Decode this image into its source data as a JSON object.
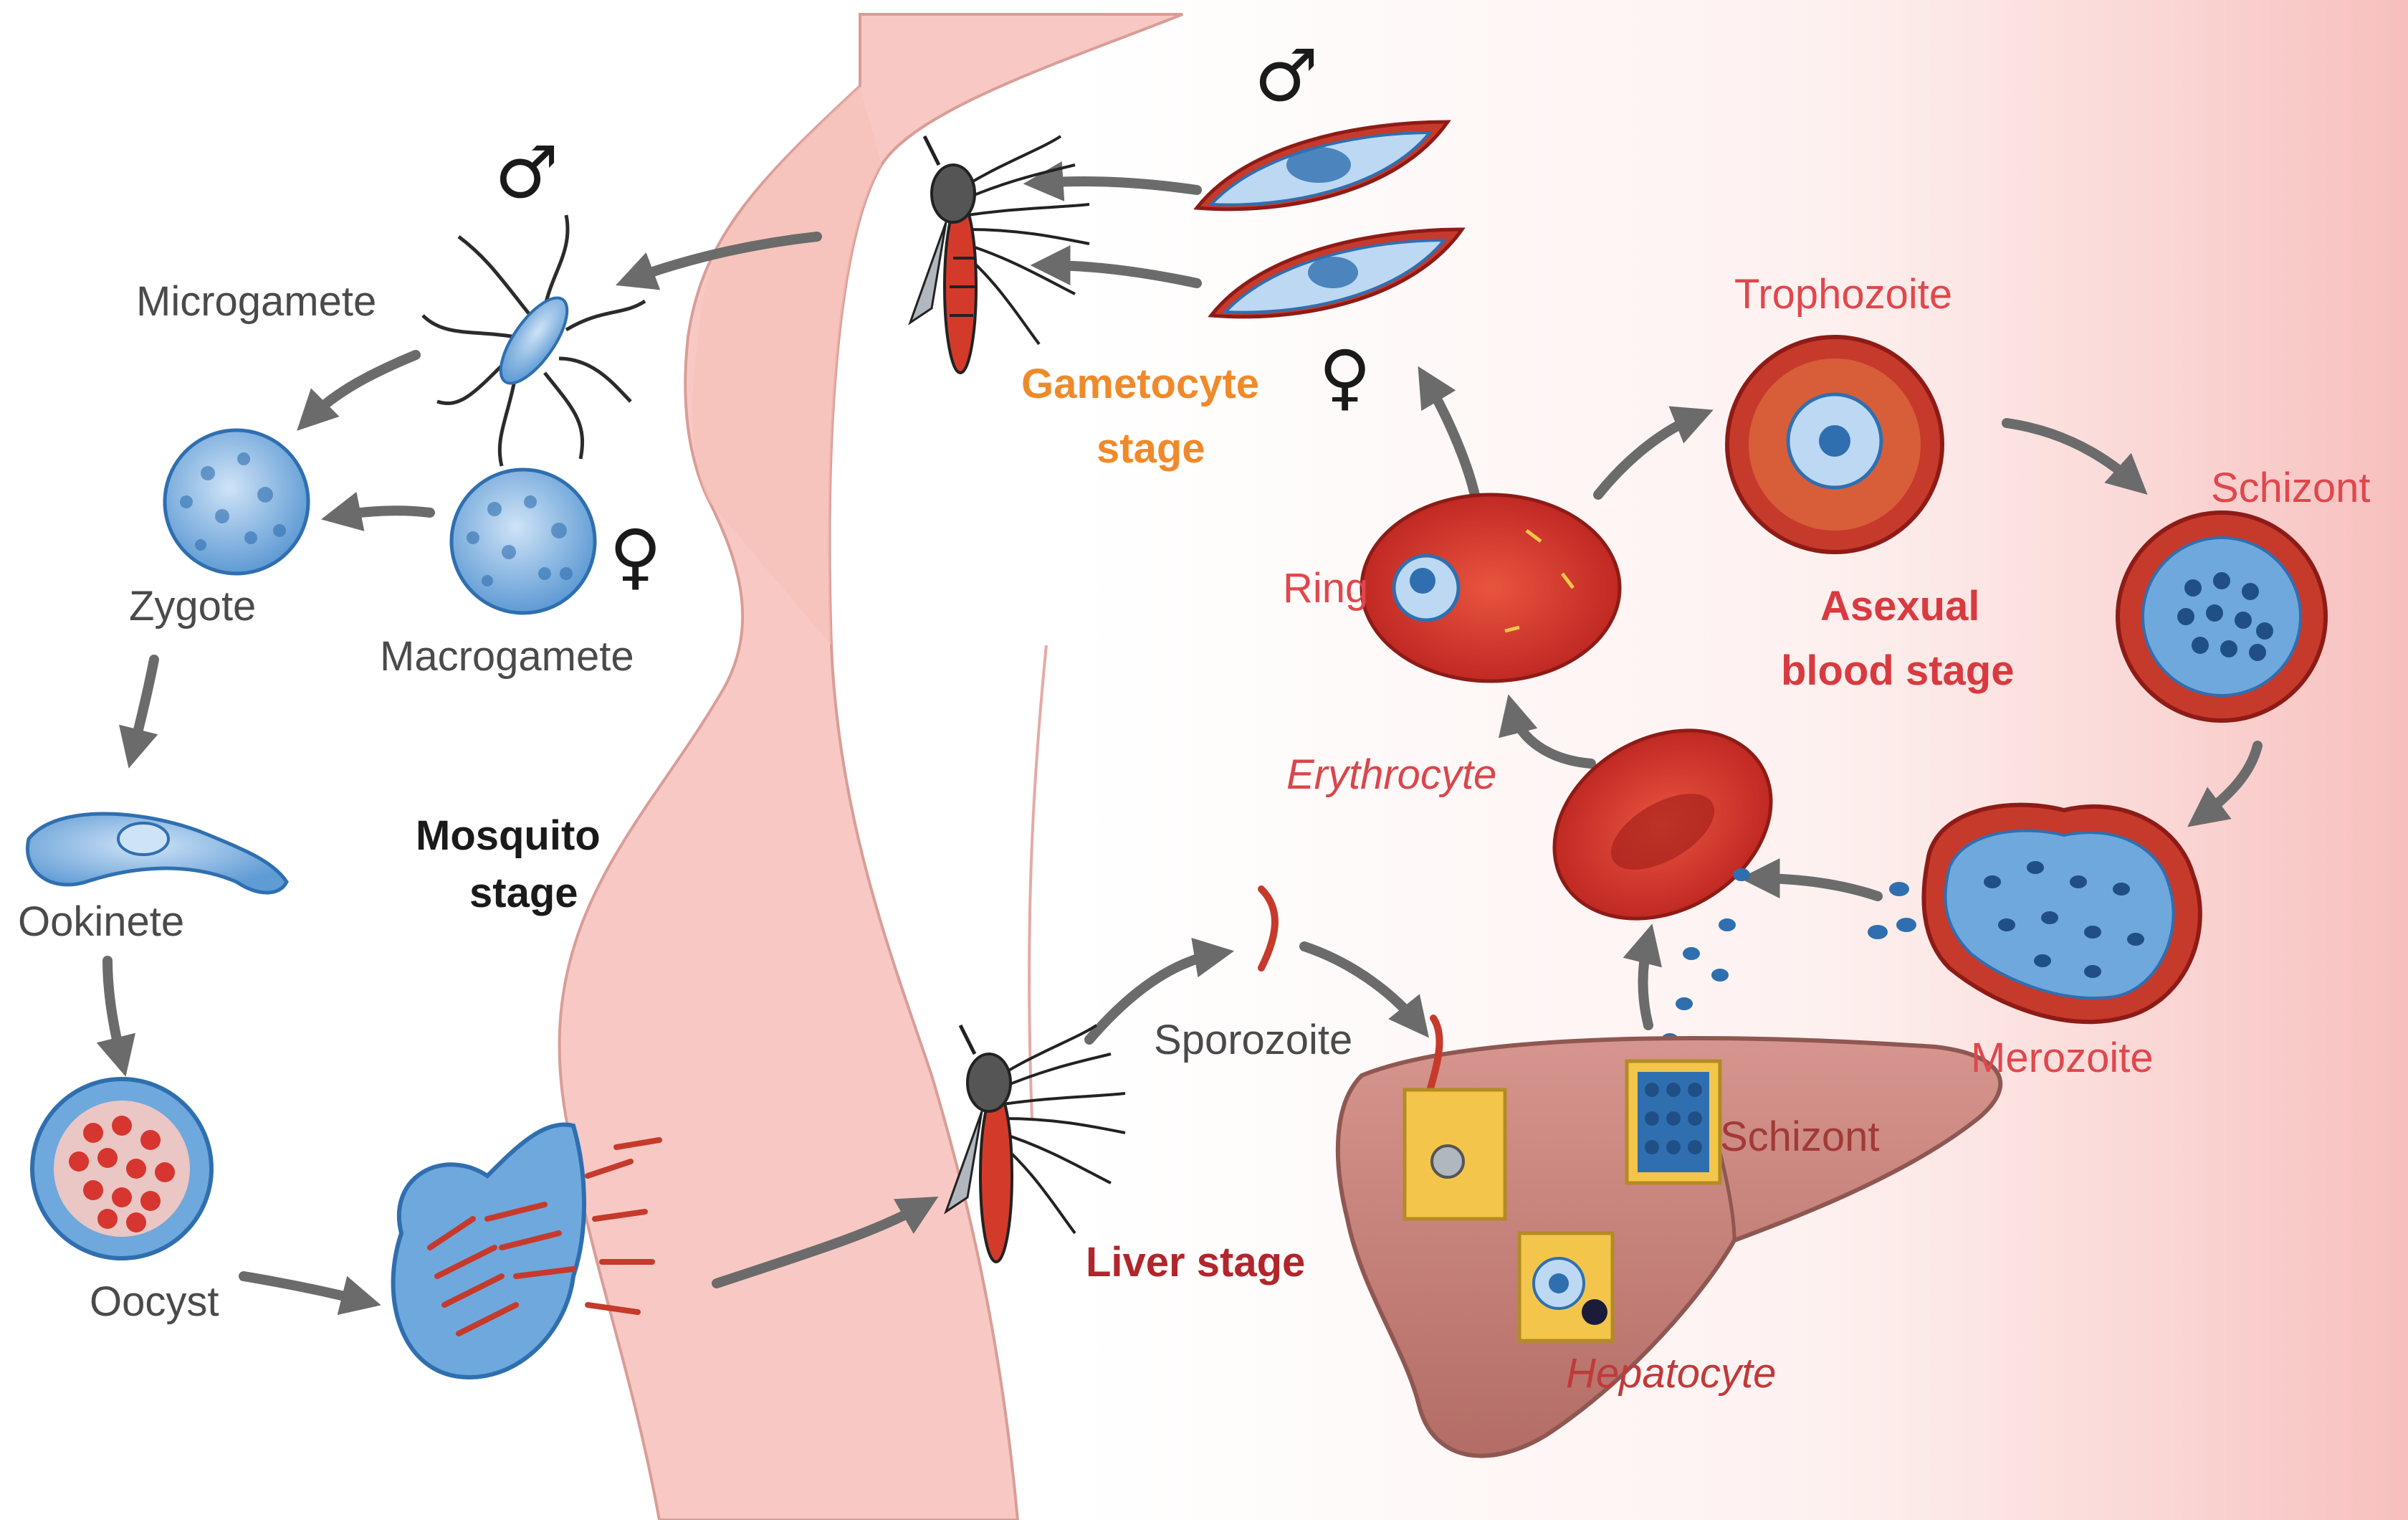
{
  "labels": {
    "microgamete": "Microgamete",
    "zygote": "Zygote",
    "macrogamete": "Macrogamete",
    "ookinete": "Ookinete",
    "oocyst": "Oocyst",
    "mosquito_stage_1": "Mosquito",
    "mosquito_stage_2": "stage",
    "gametocyte_stage_1": "Gametocyte",
    "gametocyte_stage_2": "stage",
    "trophozoite": "Trophozoite",
    "schizont_blood": "Schizont",
    "ring": "Ring",
    "asexual_1": "Asexual",
    "asexual_2": "blood stage",
    "erythrocyte": "Erythrocyte",
    "merozoite": "Merozoite",
    "sporozoite": "Sporozoite",
    "schizont_liver": "Schizont",
    "liver_stage": "Liver stage",
    "hepatocyte": "Hepatocyte"
  },
  "symbols": {
    "male": "♂",
    "female": "♀"
  },
  "colors": {
    "skin": "#f8c9c4",
    "skin_edge": "#d99d97",
    "arrow": "#6b6b6b",
    "parasite_blue": "#6fa8dc",
    "parasite_dark_blue": "#2f6fb0",
    "rbc_red": "#d7352f",
    "liver_brown": "#c9857f",
    "hepatocyte_yellow": "#f3c64b"
  }
}
